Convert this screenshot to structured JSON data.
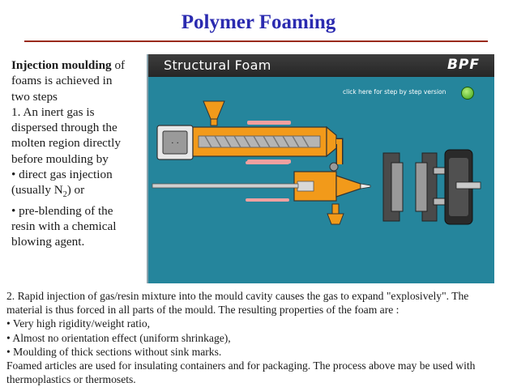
{
  "slide": {
    "title": "Polymer Foaming"
  },
  "left_text": {
    "line1_bold": "Injection moulding",
    "line1_rest": " of",
    "line2": "foams is achieved in",
    "line3": "two steps",
    "line4": "1. An inert gas is",
    "line5": "dispersed through the",
    "line6": "molten region directly",
    "line7": "before moulding by",
    "line8": "• direct gas injection",
    "line9_pre": "(usually N",
    "line9_sub": "2",
    "line9_post": ") or",
    "line10": "• pre-blending of the",
    "line11": "resin with a chemical",
    "line12": "blowing agent."
  },
  "animation": {
    "title": "Structural Foam",
    "brand": "BPF",
    "step_link": "click here for step by step version",
    "icons": {
      "play": "play-icon",
      "gas_unit": "gas-unit-icon"
    },
    "colors": {
      "background": "#25859c",
      "header": "#2f2f2f",
      "molten": "#f29a1a",
      "heater": "#f0a0a0",
      "grey": "#c8c8c8"
    }
  },
  "bottom_text": {
    "line1": "2. Rapid injection of gas/resin mixture into the mould cavity causes the gas to expand \"explosively\". The",
    "line2": "material is thus forced in all parts of the mould.  The resulting properties of the foam are :",
    "line3": "• Very high rigidity/weight ratio,",
    "line4": "• Almost no orientation effect (uniform shrinkage),",
    "line5": "• Moulding of thick sections without sink marks.",
    "line6": "Foamed articles are used for insulating containers and for packaging. The process above may be used with",
    "line7": "thermoplastics or thermosets."
  }
}
